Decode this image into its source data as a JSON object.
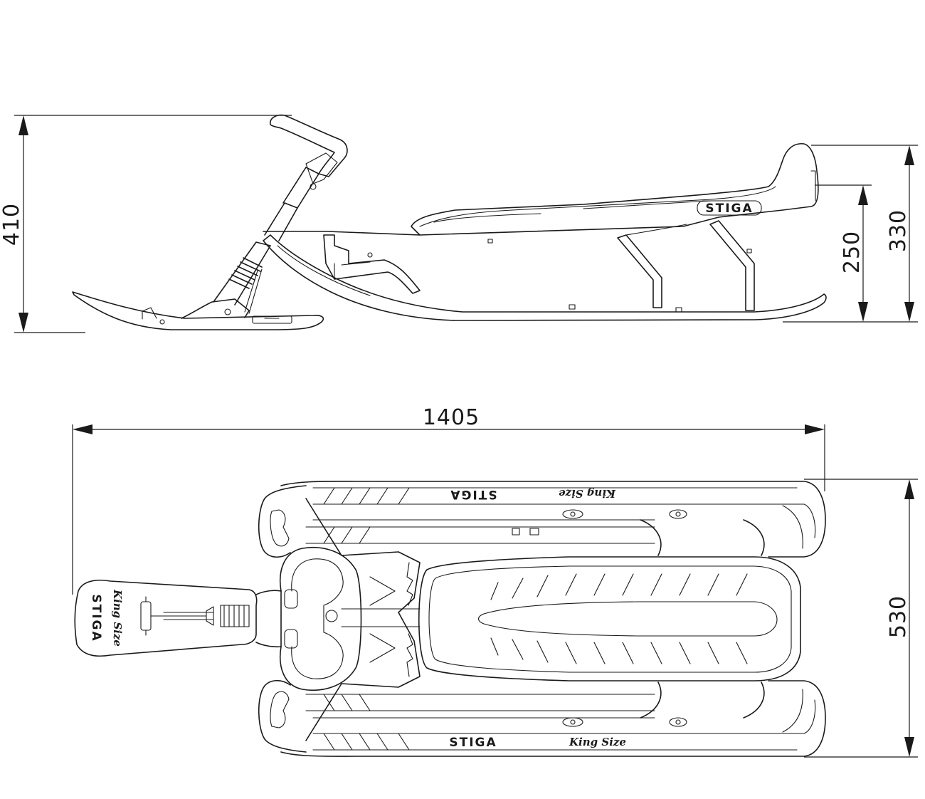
{
  "dimensions": {
    "side_height": "410",
    "backrest_height": "330",
    "seat_height": "250",
    "total_length": "1405",
    "total_width": "530"
  },
  "labels": {
    "brand": "STIGA",
    "model": "King Size"
  }
}
